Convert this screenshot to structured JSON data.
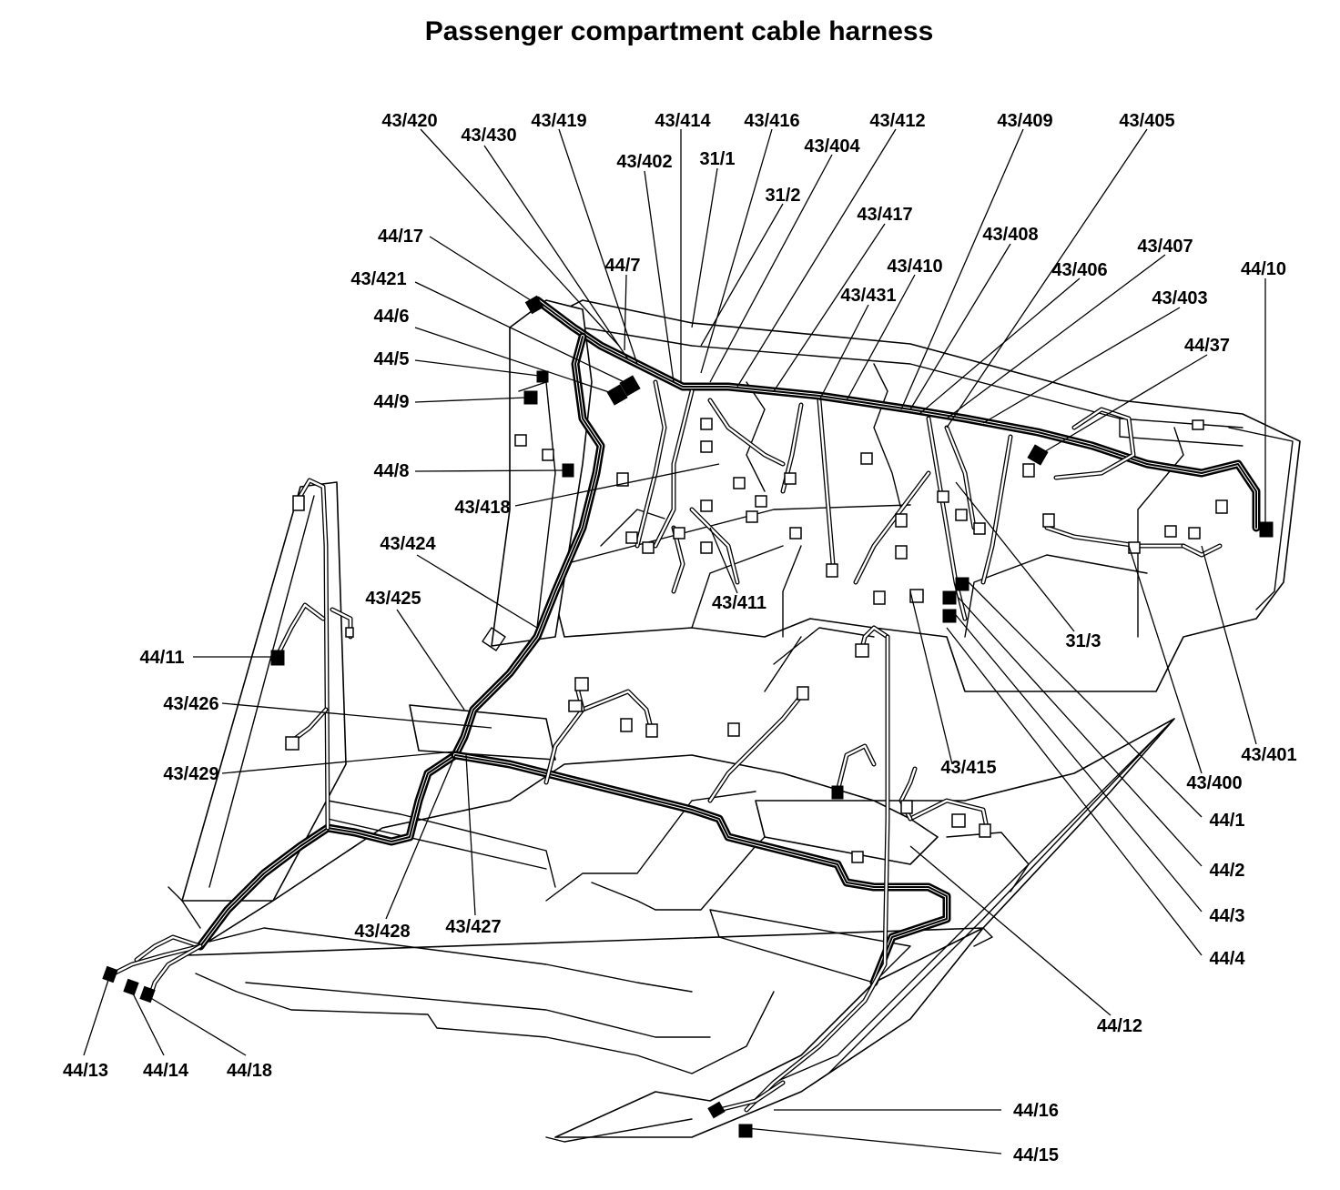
{
  "title": "Passenger compartment cable harness",
  "callouts": [
    "43/420",
    "43/430",
    "43/419",
    "43/414",
    "43/416",
    "43/412",
    "43/409",
    "43/405",
    "43/402",
    "31/1",
    "43/404",
    "31/2",
    "43/417",
    "43/408",
    "43/407",
    "44/17",
    "43/410",
    "43/406",
    "44/10",
    "43/421",
    "44/7",
    "43/431",
    "43/403",
    "44/6",
    "44/37",
    "44/5",
    "44/9",
    "44/8",
    "43/418",
    "43/424",
    "43/425",
    "43/411",
    "44/11",
    "31/3",
    "43/426",
    "43/401",
    "43/429",
    "43/415",
    "43/400",
    "44/1",
    "44/2",
    "43/428",
    "43/427",
    "44/3",
    "44/4",
    "44/12",
    "44/13",
    "44/14",
    "44/18",
    "44/16",
    "44/15"
  ]
}
